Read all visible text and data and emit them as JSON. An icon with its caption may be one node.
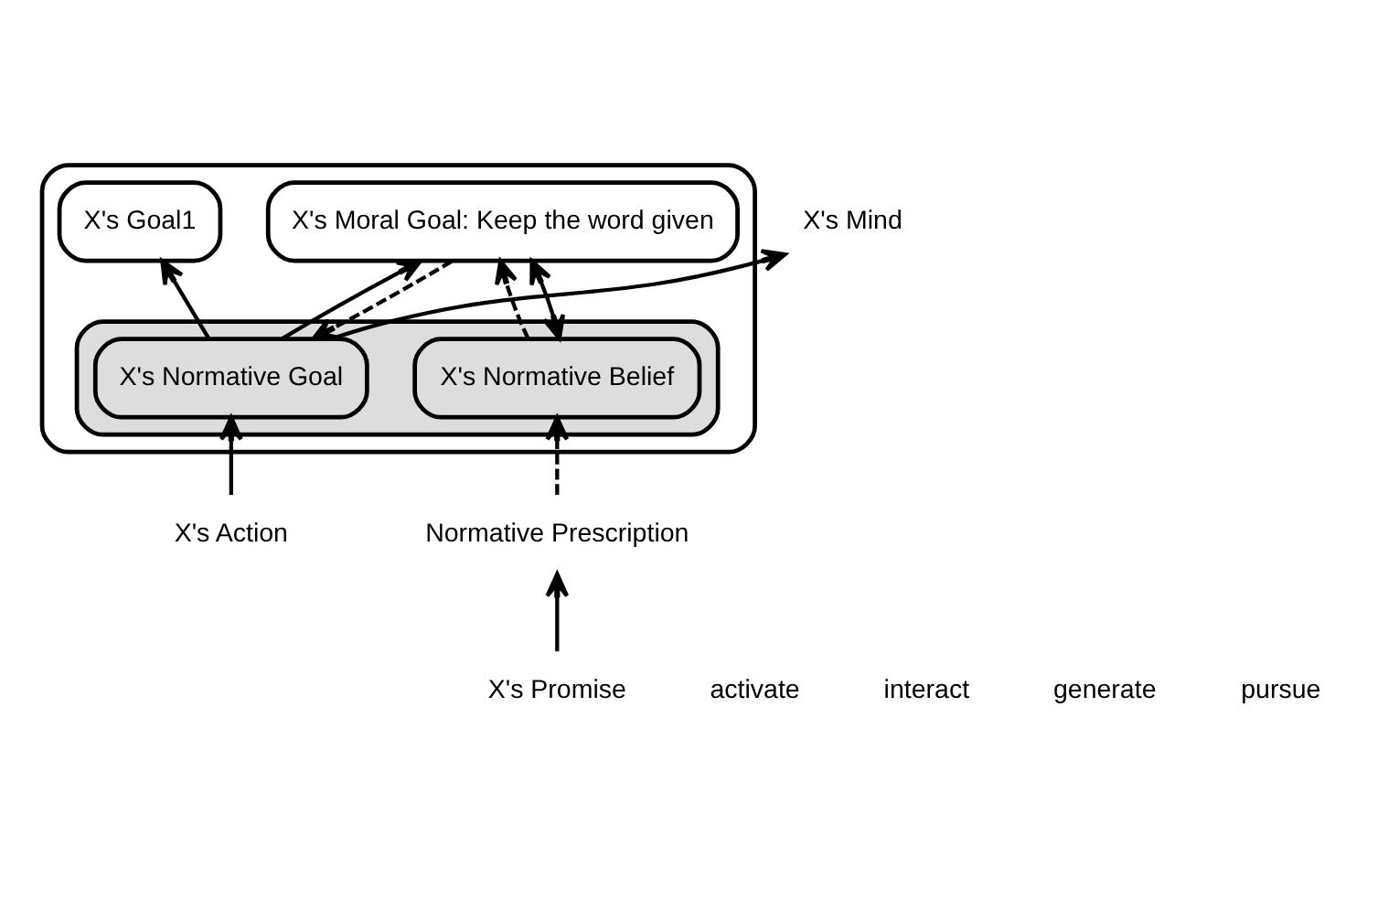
{
  "diagram": {
    "nodes": [
      {
        "text": [
          "Normative Prescription"
        ]
      },
      {
        "text": [
          "X's Mind"
        ]
      },
      {
        "text": [],
        "shape": "box"
      },
      {
        "text": [],
        "shape": "box",
        "in": 2
      },
      {
        "text": [
          "X's Moral Goal: Keep the word given"
        ],
        "in": 2
      },
      {
        "text": [
          "X's Normative Belief"
        ],
        "in": 3
      },
      {
        "text": [
          "X's Goal1"
        ],
        "in": 2
      },
      {
        "text": [
          "X's Normative Goal"
        ],
        "in": 3
      },
      {
        "text": [
          "X's Action"
        ]
      },
      {
        "text": [
          "X's Promise"
        ]
      }
    ],
    "edges": [
      {
        "from": 0,
        "to": 5,
        "arrow": "to",
        "style": "dashed"
      },
      {
        "from": 5,
        "to": 4,
        "arrow": "to",
        "style": "dashed"
      },
      {
        "from": 4,
        "to": 5,
        "arrow": "both"
      },
      {
        "from": 4,
        "to": 7,
        "arrow": "to",
        "style": "dashed"
      },
      {
        "from": 7,
        "to": 4,
        "arrow": "to"
      },
      {
        "from": 7,
        "to": 6,
        "arrow": "to"
      },
      {
        "from": 7,
        "to": 1,
        "arrow": "to"
      },
      {
        "from": 8,
        "to": 7,
        "arrow": "to"
      },
      {
        "from": 9,
        "to": 0,
        "arrow": "to"
      }
    ],
    "legend": [
      {
        "text": "pursue"
      },
      {
        "text": "generate"
      },
      {
        "text": "interact"
      },
      {
        "text": "activate"
      }
    ]
  }
}
